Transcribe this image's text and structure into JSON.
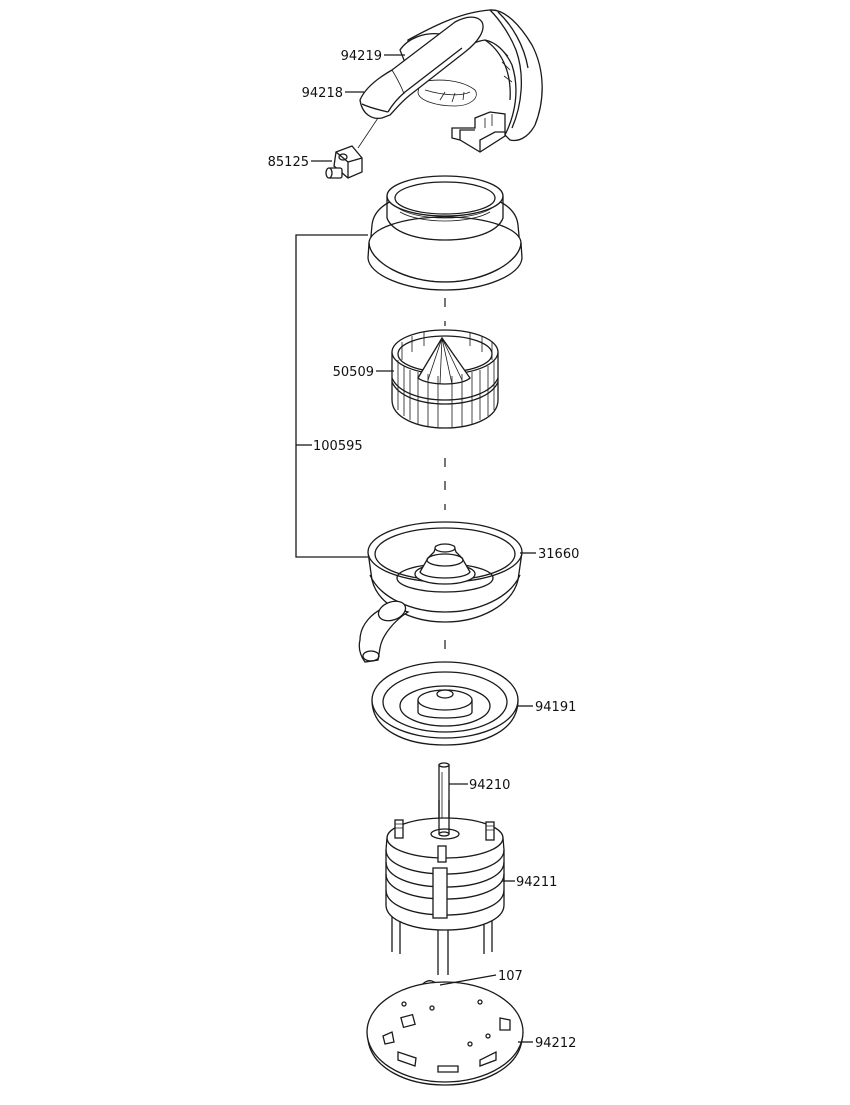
{
  "diagram": {
    "part_labels": [
      {
        "id": "motor-cover-part",
        "number": "94219"
      },
      {
        "id": "spout-part",
        "number": "94218"
      },
      {
        "id": "switch-part",
        "number": "85125"
      },
      {
        "id": "strainer-basket-part",
        "number": "50509"
      },
      {
        "id": "assembly-part",
        "number": "100595"
      },
      {
        "id": "juice-bowl-part",
        "number": "31660"
      },
      {
        "id": "splash-shield-part",
        "number": "94191"
      },
      {
        "id": "motor-shaft-part",
        "number": "94210"
      },
      {
        "id": "motor-part",
        "number": "94211"
      },
      {
        "id": "capacitor-part",
        "number": "107"
      },
      {
        "id": "base-plate-part",
        "number": "94212"
      }
    ]
  }
}
